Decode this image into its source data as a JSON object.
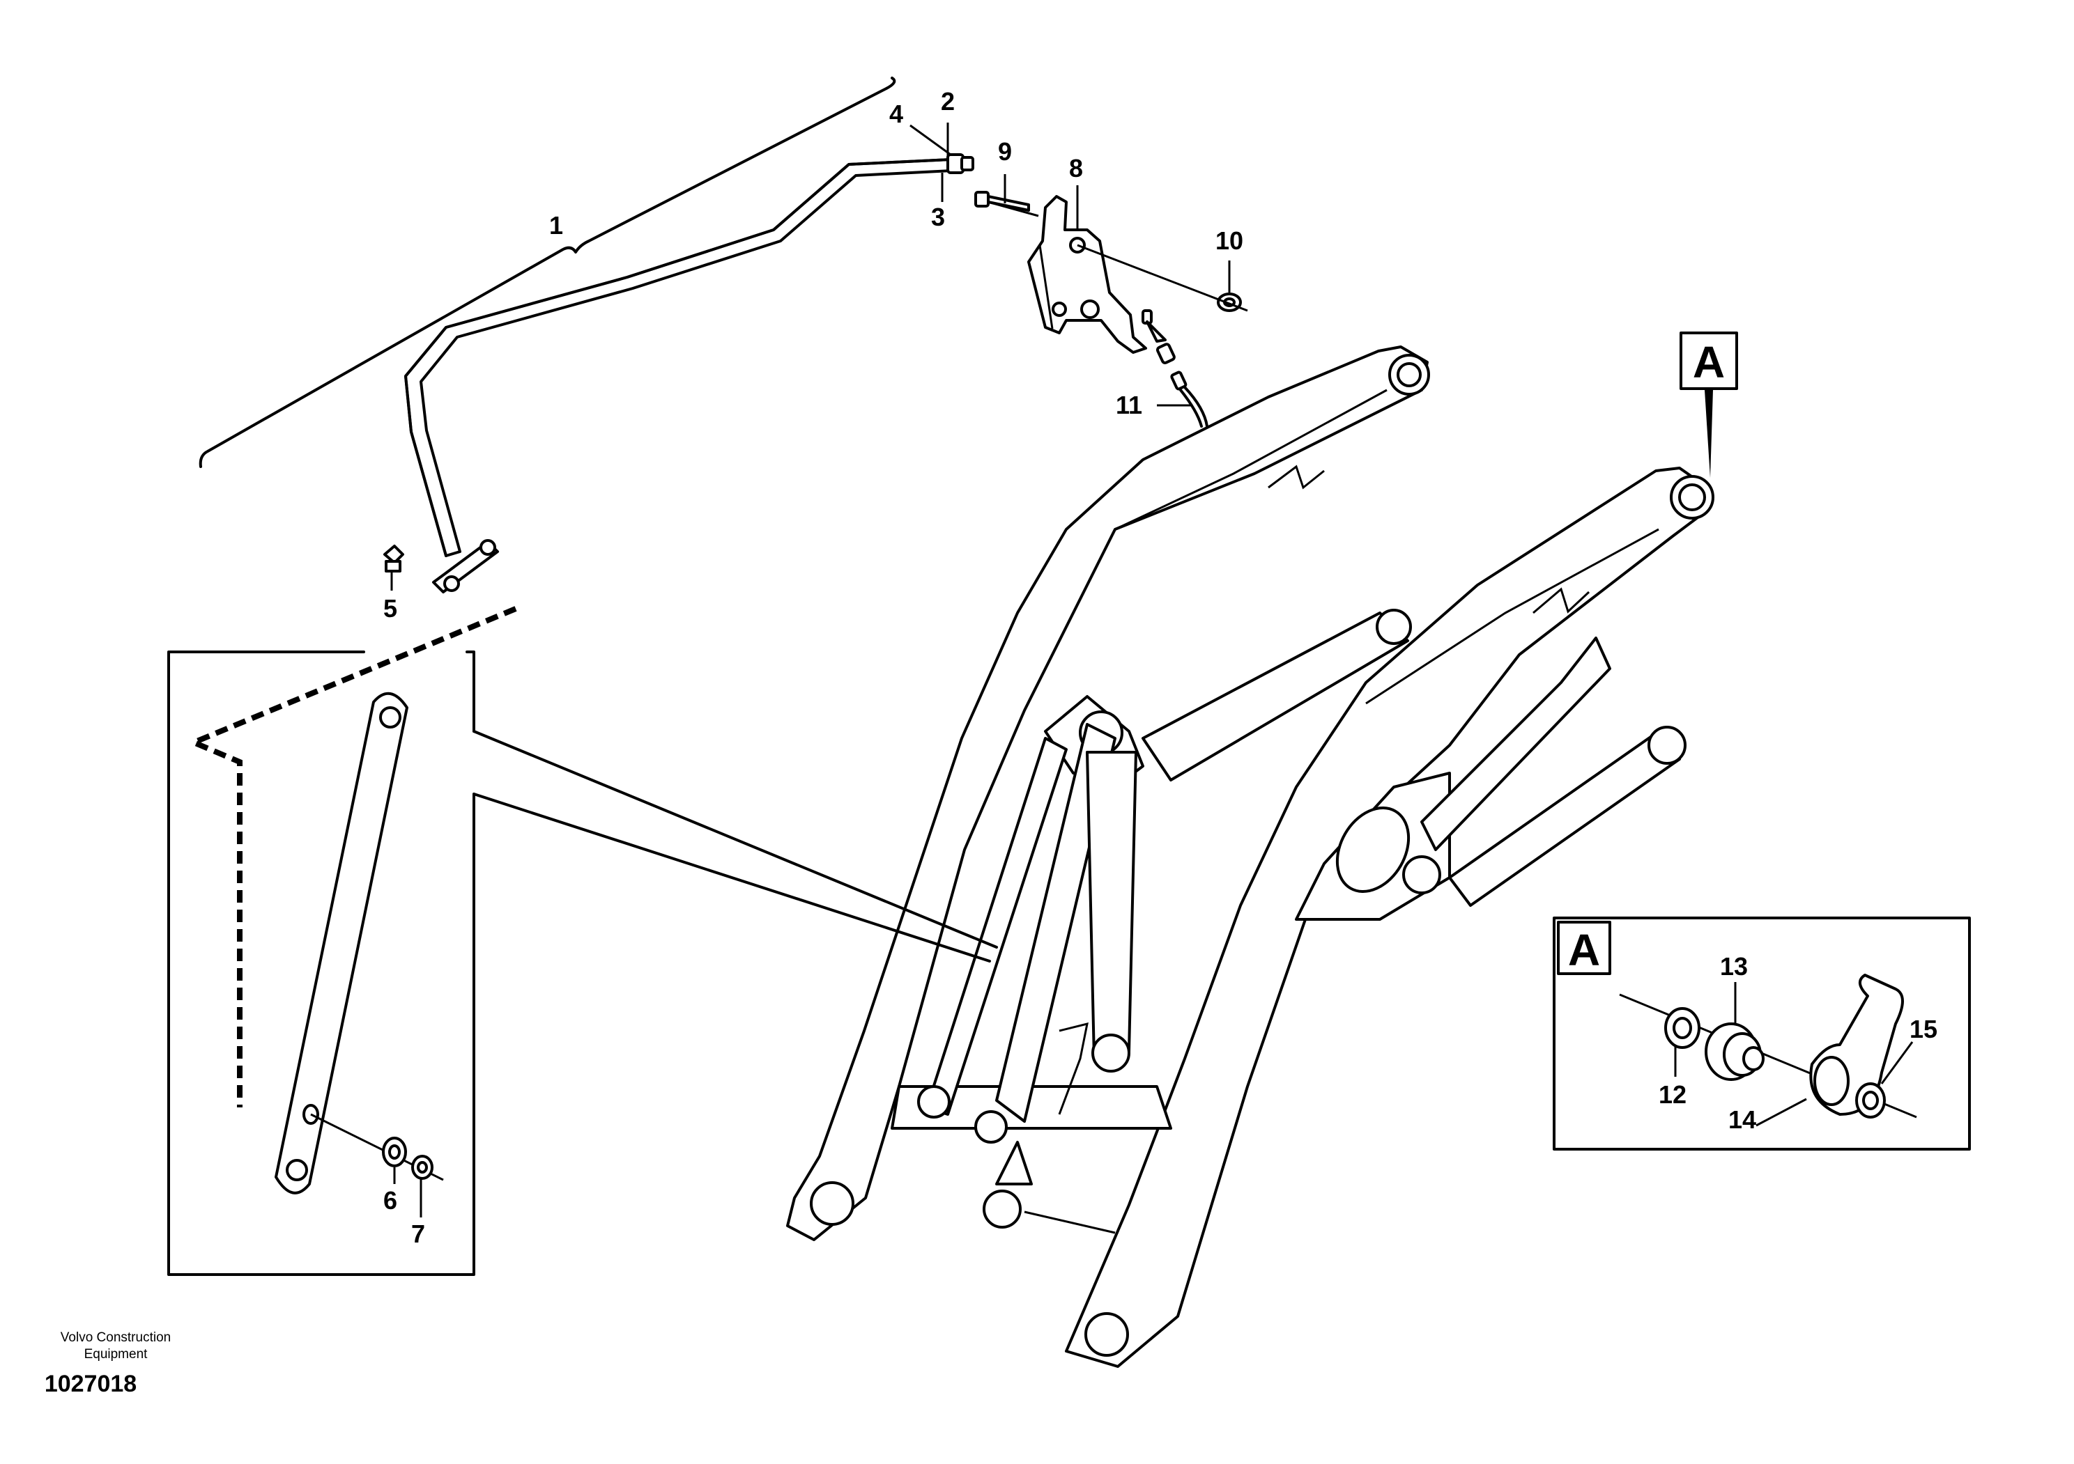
{
  "callouts": {
    "c1": "1",
    "c2": "2",
    "c3": "3",
    "c4": "4",
    "c5": "5",
    "c6": "6",
    "c7": "7",
    "c8": "8",
    "c9": "9",
    "c10": "10",
    "c11": "11",
    "c12": "12",
    "c13": "13",
    "c14": "14",
    "c15": "15"
  },
  "view_marker": "A",
  "detail_view_label": "A",
  "footer": {
    "company_line1": "Volvo Construction",
    "company_line2": "Equipment",
    "illustration_number": "1027018"
  }
}
